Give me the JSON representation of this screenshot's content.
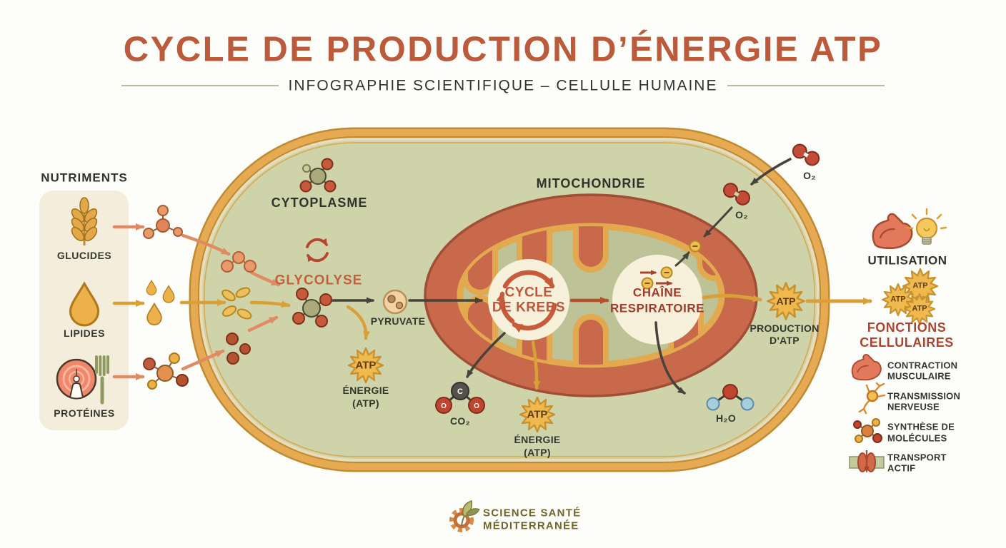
{
  "header": {
    "title": "CYCLE DE PRODUCTION D’ÉNERGIE ATP",
    "subtitle": "INFOGRAPHIE SCIENTIFIQUE – CELLULE HUMAINE"
  },
  "nutrients": {
    "header": "NUTRIMENTS",
    "items": [
      {
        "label": "GLUCIDES",
        "icon": "wheat-icon"
      },
      {
        "label": "LIPIDES",
        "icon": "oil-drop-icon"
      },
      {
        "label": "PROTÉINES",
        "icon": "salmon-fork-icon"
      }
    ]
  },
  "cell": {
    "cytoplasm_label": "CYTOPLASME",
    "glycolysis_label": "GLYCOLYSE",
    "pyruvate_label": "PYRUVATE",
    "mitochondrion_label": "MITOCHONDRIE",
    "krebs": {
      "line1": "CYCLE",
      "line2": "DE KREBS"
    },
    "respiratory_chain": {
      "line1": "CHAÎNE",
      "line2": "RESPIRATOIRE"
    }
  },
  "molecules": {
    "o2": "O₂",
    "co2": "CO₂",
    "h2o": "H₂O",
    "carbon": "C",
    "oxygen": "O"
  },
  "energy": {
    "atp": "ATP",
    "energie_line1": "ÉNERGIE",
    "energie_line2": "(ATP)",
    "production_line1": "PRODUCTION",
    "production_line2": "D'ATP"
  },
  "usage": {
    "title": "UTILISATION",
    "functions_line1": "FONCTIONS",
    "functions_line2": "CELLULAIRES",
    "items": [
      {
        "line1": "CONTRACTION",
        "line2": "MUSCULAIRE",
        "icon": "muscle-icon"
      },
      {
        "line1": "TRANSMISSION",
        "line2": "NERVEUSE",
        "icon": "neuron-icon"
      },
      {
        "line1": "SYNTHÈSE DE",
        "line2": "MOLÉCULES",
        "icon": "molecule-icon"
      },
      {
        "line1": "TRANSPORT",
        "line2": "ACTIF",
        "icon": "membrane-channel-icon"
      }
    ]
  },
  "footer": {
    "brand_line1": "SCIENCE SANTÉ",
    "brand_line2": "MÉDITERRANÉE"
  },
  "colors": {
    "accent": "#BC5A3C",
    "gold": "#E2A94F",
    "cell_fill": "#CFD3AA",
    "mitochondria": "#C8694C",
    "cream": "#F6EFDC",
    "dark_text": "#33382F"
  }
}
